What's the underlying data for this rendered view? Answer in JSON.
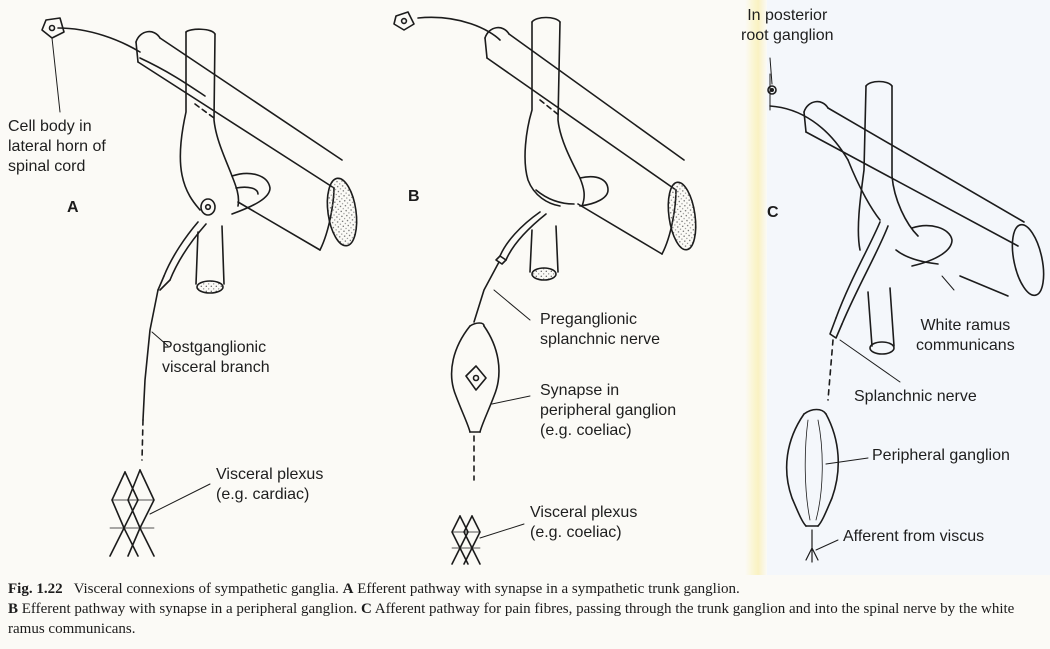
{
  "panels": {
    "a": {
      "letter": "A",
      "cell_body": [
        "Cell body in",
        "lateral horn of",
        "spinal cord"
      ],
      "postganglionic": [
        "Postganglionic",
        "visceral branch"
      ],
      "plexus": [
        "Visceral plexus",
        "(e.g. cardiac)"
      ]
    },
    "b": {
      "letter": "B",
      "preganglionic": [
        "Preganglionic",
        "splanchnic nerve"
      ],
      "synapse": [
        "Synapse in",
        "peripheral ganglion",
        "(e.g. coeliac)"
      ],
      "plexus": [
        "Visceral plexus",
        "(e.g. coeliac)"
      ]
    },
    "c": {
      "letter": "C",
      "root_ganglion": [
        "In posterior",
        "root ganglion"
      ],
      "white_ramus": [
        "White ramus",
        "communicans"
      ],
      "splanchnic": "Splanchnic nerve",
      "peripheral": "Peripheral ganglion",
      "afferent": "Afferent from viscus"
    }
  },
  "caption": {
    "fig": "Fig. 1.22",
    "title": "Visceral connexions of sympathetic ganglia.",
    "a_letter": "A",
    "a_text": "Efferent pathway with synapse in a sympathetic trunk ganglion.",
    "b_letter": "B",
    "b_text": "Efferent pathway with synapse in a peripheral ganglion.",
    "c_letter": "C",
    "c_text": "Afferent pathway for pain fibres, passing through the trunk ganglion and into the spinal nerve by the white ramus communicans."
  },
  "colors": {
    "ink": "#1c1c1c",
    "paper": "#fbfaf6",
    "fold": "#f6ecb0"
  }
}
